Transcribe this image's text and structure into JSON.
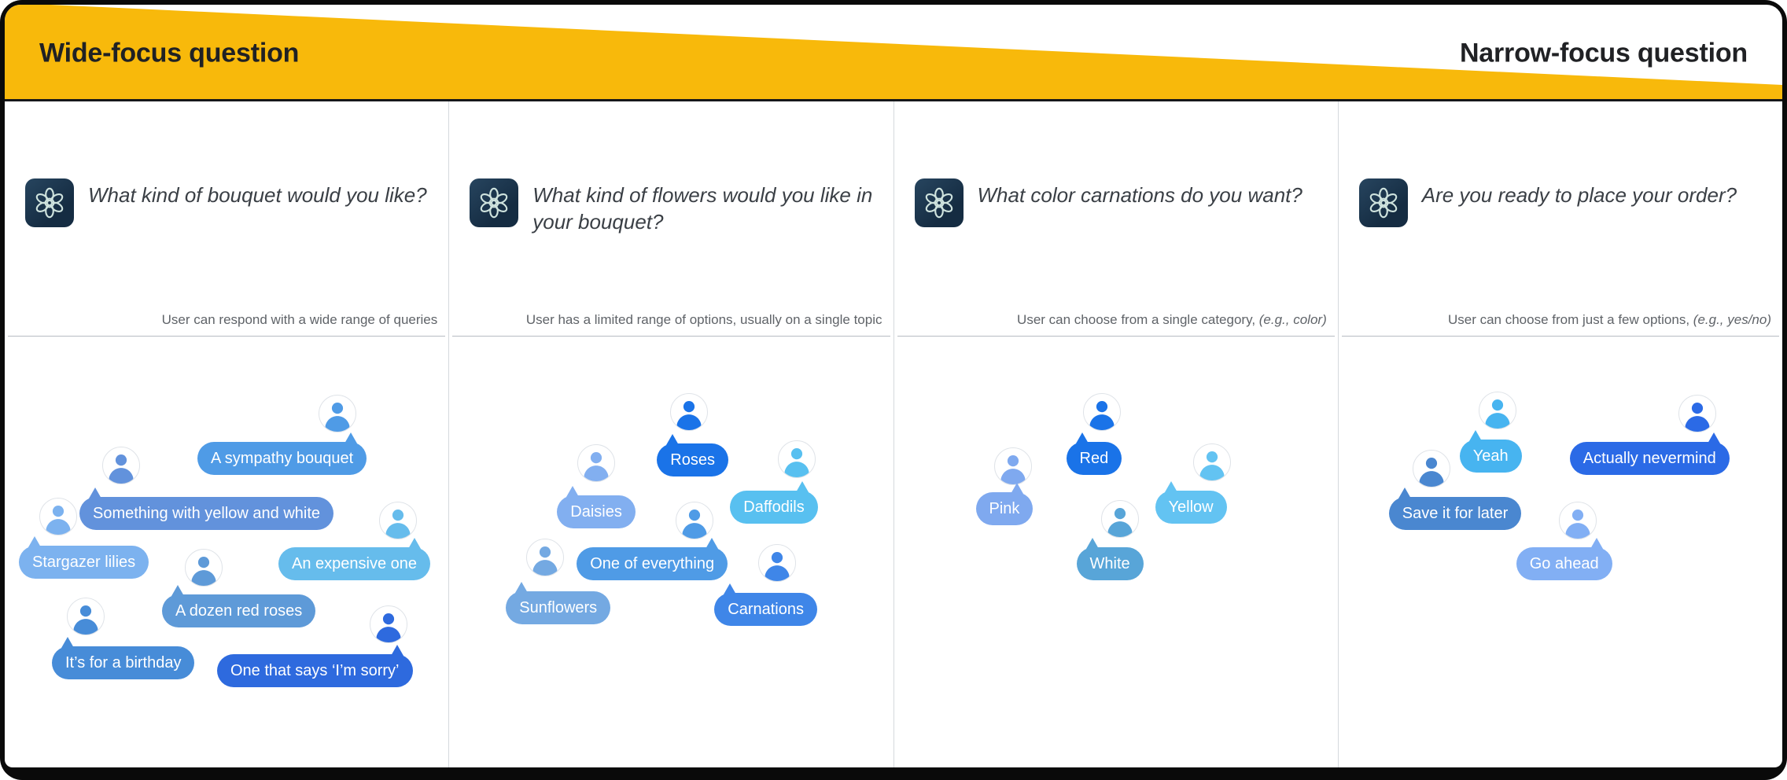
{
  "header": {
    "left_label": "Wide-focus question",
    "right_label": "Narrow-focus question",
    "band_color": "#F8B90B"
  },
  "columns": [
    {
      "question": "What kind of bouquet would you like?",
      "caption": "User can respond with a wide range of queries",
      "caption_em": "",
      "bubbles": [
        {
          "label": "A sympathy bouquet",
          "color": "#4f9be6"
        },
        {
          "label": "Something with yellow and white",
          "color": "#6292dc"
        },
        {
          "label": "Stargazer lilies",
          "color": "#7cb2ef"
        },
        {
          "label": "An expensive one",
          "color": "#66bcec"
        },
        {
          "label": "A dozen red roses",
          "color": "#5e9ad8"
        },
        {
          "label": "It’s for a birthday",
          "color": "#478cd8"
        },
        {
          "label": "One that says ‘I’m sorry’",
          "color": "#2e6ade"
        }
      ]
    },
    {
      "question": "What kind of flowers would you like in your bouquet?",
      "caption": "User has a limited range of options, usually on a single topic",
      "caption_em": "",
      "bubbles": [
        {
          "label": "Roses",
          "color": "#1a73e8"
        },
        {
          "label": "Daisies",
          "color": "#82aff0"
        },
        {
          "label": "Daffodils",
          "color": "#58c0f0"
        },
        {
          "label": "One of everything",
          "color": "#4f9be6"
        },
        {
          "label": "Sunflowers",
          "color": "#74a9e2"
        },
        {
          "label": "Carnations",
          "color": "#3f86e8"
        }
      ]
    },
    {
      "question": "What color carnations do you want?",
      "caption": "User can choose from a single category, ",
      "caption_em": "(e.g., color)",
      "bubbles": [
        {
          "label": "Red",
          "color": "#1a73e8"
        },
        {
          "label": "Pink",
          "color": "#7fa9ef"
        },
        {
          "label": "Yellow",
          "color": "#63c3f2"
        },
        {
          "label": "White",
          "color": "#58a5d8"
        }
      ]
    },
    {
      "question": "Are you ready to place your order?",
      "caption": "User can choose from just a few options, ",
      "caption_em": "(e.g., yes/no)",
      "bubbles": [
        {
          "label": "Yeah",
          "color": "#47b4f0"
        },
        {
          "label": "Actually nevermind",
          "color": "#2b6ae6"
        },
        {
          "label": "Save it for later",
          "color": "#4a87d0"
        },
        {
          "label": "Go ahead",
          "color": "#82aff4"
        }
      ]
    }
  ]
}
